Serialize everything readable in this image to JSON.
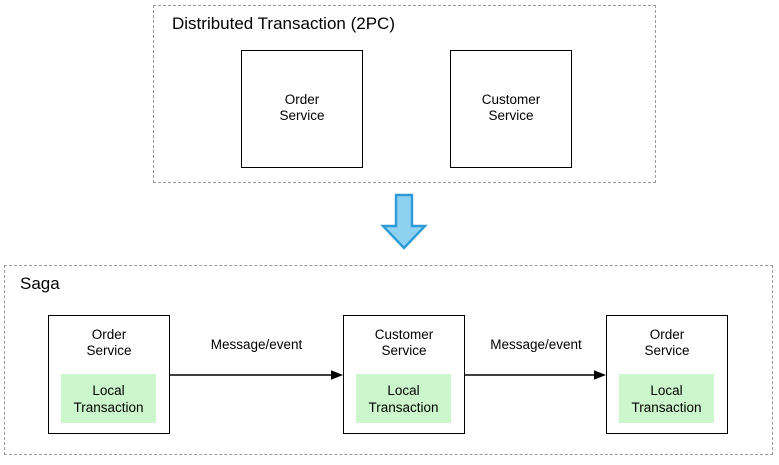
{
  "diagram": {
    "title_top": "Distributed Transaction (2PC)",
    "title_bottom": "Saga",
    "transition_icon": "blue-down-arrow",
    "colors": {
      "local_transaction_fill": "#ccf7cc",
      "arrow_fill": "#8ed1f0",
      "arrow_stroke": "#2e9bd6",
      "group_border": "#9a9a9a",
      "box_border": "#000000",
      "background": "#ffffff"
    }
  },
  "top_section": {
    "title": "Distributed Transaction (2PC)",
    "services": [
      {
        "name": "Order\nService"
      },
      {
        "name": "Customer\nService"
      }
    ]
  },
  "bottom_section": {
    "title": "Saga",
    "services": [
      {
        "name": "Order\nService",
        "local_transaction": "Local\nTransaction"
      },
      {
        "name": "Customer\nService",
        "local_transaction": "Local\nTransaction"
      },
      {
        "name": "Order\nService",
        "local_transaction": "Local\nTransaction"
      }
    ],
    "connectors": [
      {
        "label": "Message/event"
      },
      {
        "label": "Message/event"
      }
    ]
  }
}
